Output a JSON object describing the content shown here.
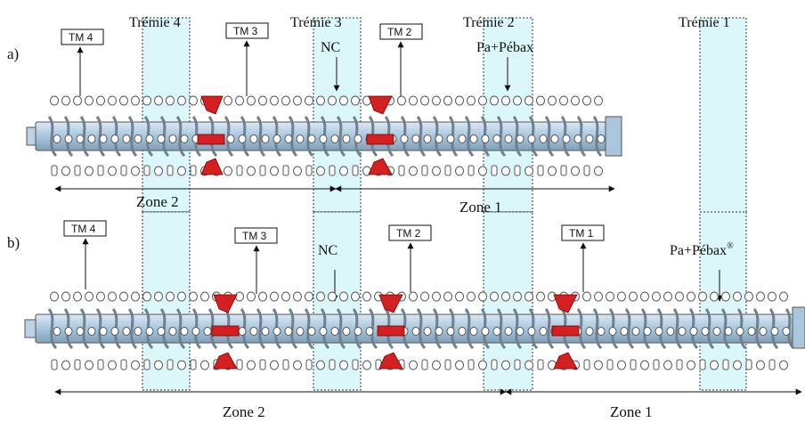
{
  "panels": [
    {
      "id": "a",
      "panel_label": "a)",
      "hoppers": [
        {
          "label": "Trémie 4"
        },
        {
          "label": "Trémie 3"
        },
        {
          "label": "Trémie 2"
        },
        {
          "label": "Trémie 1"
        }
      ],
      "sensors": [
        {
          "label": "TM 4"
        },
        {
          "label": "TM 3"
        },
        {
          "label": "TM 2"
        }
      ],
      "feeds": [
        {
          "label": "NC"
        },
        {
          "label": "Pa+Pébax"
        }
      ],
      "zones": [
        {
          "label": "Zone 2"
        },
        {
          "label": "Zone 1"
        }
      ]
    },
    {
      "id": "b",
      "panel_label": "b)",
      "sensors": [
        {
          "label": "TM 4"
        },
        {
          "label": "TM 3"
        },
        {
          "label": "TM 2"
        },
        {
          "label": "TM 1"
        }
      ],
      "feeds": [
        {
          "label": "NC"
        },
        {
          "label": "Pa+Pébax",
          "superscript": "®"
        }
      ],
      "zones": [
        {
          "label": "Zone 2"
        },
        {
          "label": "Zone 1"
        }
      ]
    }
  ],
  "colors": {
    "hopper_fill": "#c9f3f6",
    "barrel": "#a9c6dc",
    "mixing_element": "#d42020"
  }
}
